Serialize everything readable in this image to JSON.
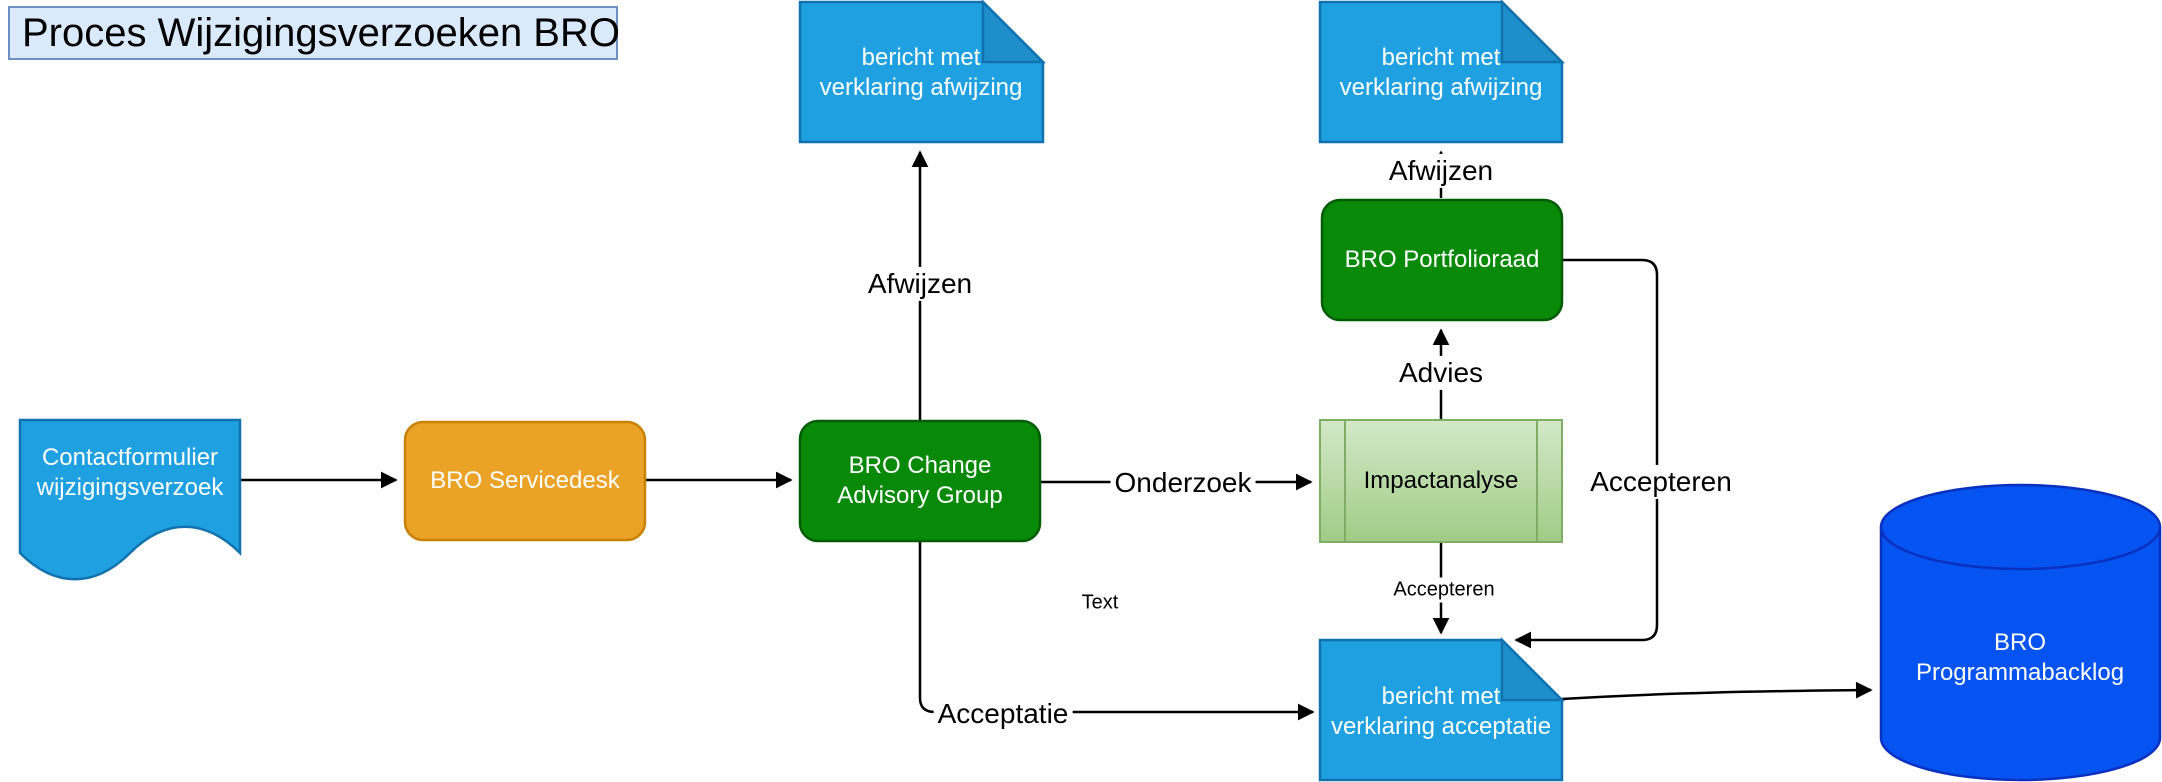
{
  "title": "Proces Wijzigingsverzoeken BRO",
  "nodes": {
    "contactformulier": {
      "label": "Contactformulier\nwijzigingsverzoek"
    },
    "servicedesk": {
      "label": "BRO Servicedesk"
    },
    "change_advisory_group": {
      "label": "BRO Change\nAdvisory Group"
    },
    "bericht_afwijzing_links": {
      "label": "bericht met\nverklaring afwijzing"
    },
    "bericht_afwijzing_rechts": {
      "label": "bericht met\nverklaring afwijzing"
    },
    "portfolioraad": {
      "label": "BRO Portfolioraad"
    },
    "impactanalyse": {
      "label": "Impactanalyse"
    },
    "bericht_acceptatie": {
      "label": "bericht met\nverklaring acceptatie"
    },
    "programmabacklog": {
      "label": "BRO\nProgrammabacklog"
    }
  },
  "edge_labels": {
    "afwijzen_cag": "Afwijzen",
    "afwijzen_portfolioraad": "Afwijzen",
    "onderzoek": "Onderzoek",
    "advies": "Advies",
    "accepteren_rechts": "Accepteren",
    "accepteren_omlaag": "Accepteren",
    "acceptatie": "Acceptatie",
    "vrije_tekst": "Text"
  },
  "colors": {
    "title_fill": "#dbe9fc",
    "title_border": "#6e8fc0",
    "document_blue_fill": "#1fa0e0",
    "document_blue_border": "#1272ae",
    "document_fold_fill": "#1d8fcb",
    "orange_fill": "#eaa227",
    "orange_border": "#c98200",
    "green_fill": "#088a08",
    "green_border": "#005c00",
    "impact_gradient_top": "#d3e8c8",
    "impact_gradient_bottom": "#a0cc86",
    "impact_border": "#7fad65",
    "database_fill": "#0553f0",
    "database_border": "#0a30c0",
    "edge_color": "#000000"
  }
}
